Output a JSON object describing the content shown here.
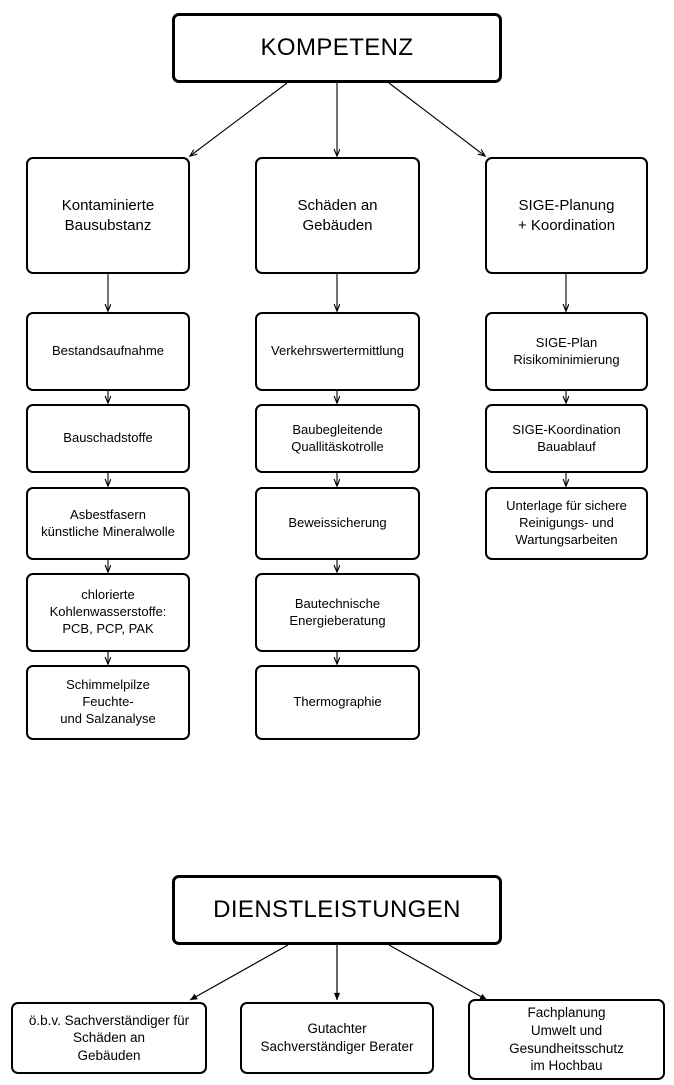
{
  "diagram": {
    "title_top": "KOMPETENZ",
    "title_bottom": "DIENSTLEISTUNGEN",
    "stroke_color": "#000000",
    "background_color": "#ffffff",
    "columns": [
      {
        "category": "Kontaminierte\nBausubstanz",
        "items": [
          "Bestandsaufnahme",
          "Bauschadstoffe",
          "Asbestfasern\nkünstliche Mineralwolle",
          "chlorierte\nKohlenwasserstoffe:\nPCB, PCP, PAK",
          "Schimmelpilze\nFeuchte-\nund Salzanalyse"
        ]
      },
      {
        "category": "Schäden an\nGebäuden",
        "items": [
          "Verkehrswertermittlung",
          "Baubegleitende\nQuallitäskotrolle",
          "Beweissicherung",
          "Bautechnische\nEnergieberatung",
          "Thermographie"
        ]
      },
      {
        "category": "SIGE-Planung\n+ Koordination",
        "items": [
          "SIGE-Plan\nRisikominimierung",
          "SIGE-Koordination\nBauablauf",
          "Unterlage für sichere\nReinigungs- und\nWartungsarbeiten"
        ]
      }
    ],
    "services": [
      "ö.b.v. Sachverständiger für\nSchäden an\nGebäuden",
      "Gutachter\nSachverständiger   Berater",
      "Fachplanung\nUmwelt und\nGesundheitsschutz\nim Hochbau"
    ]
  }
}
